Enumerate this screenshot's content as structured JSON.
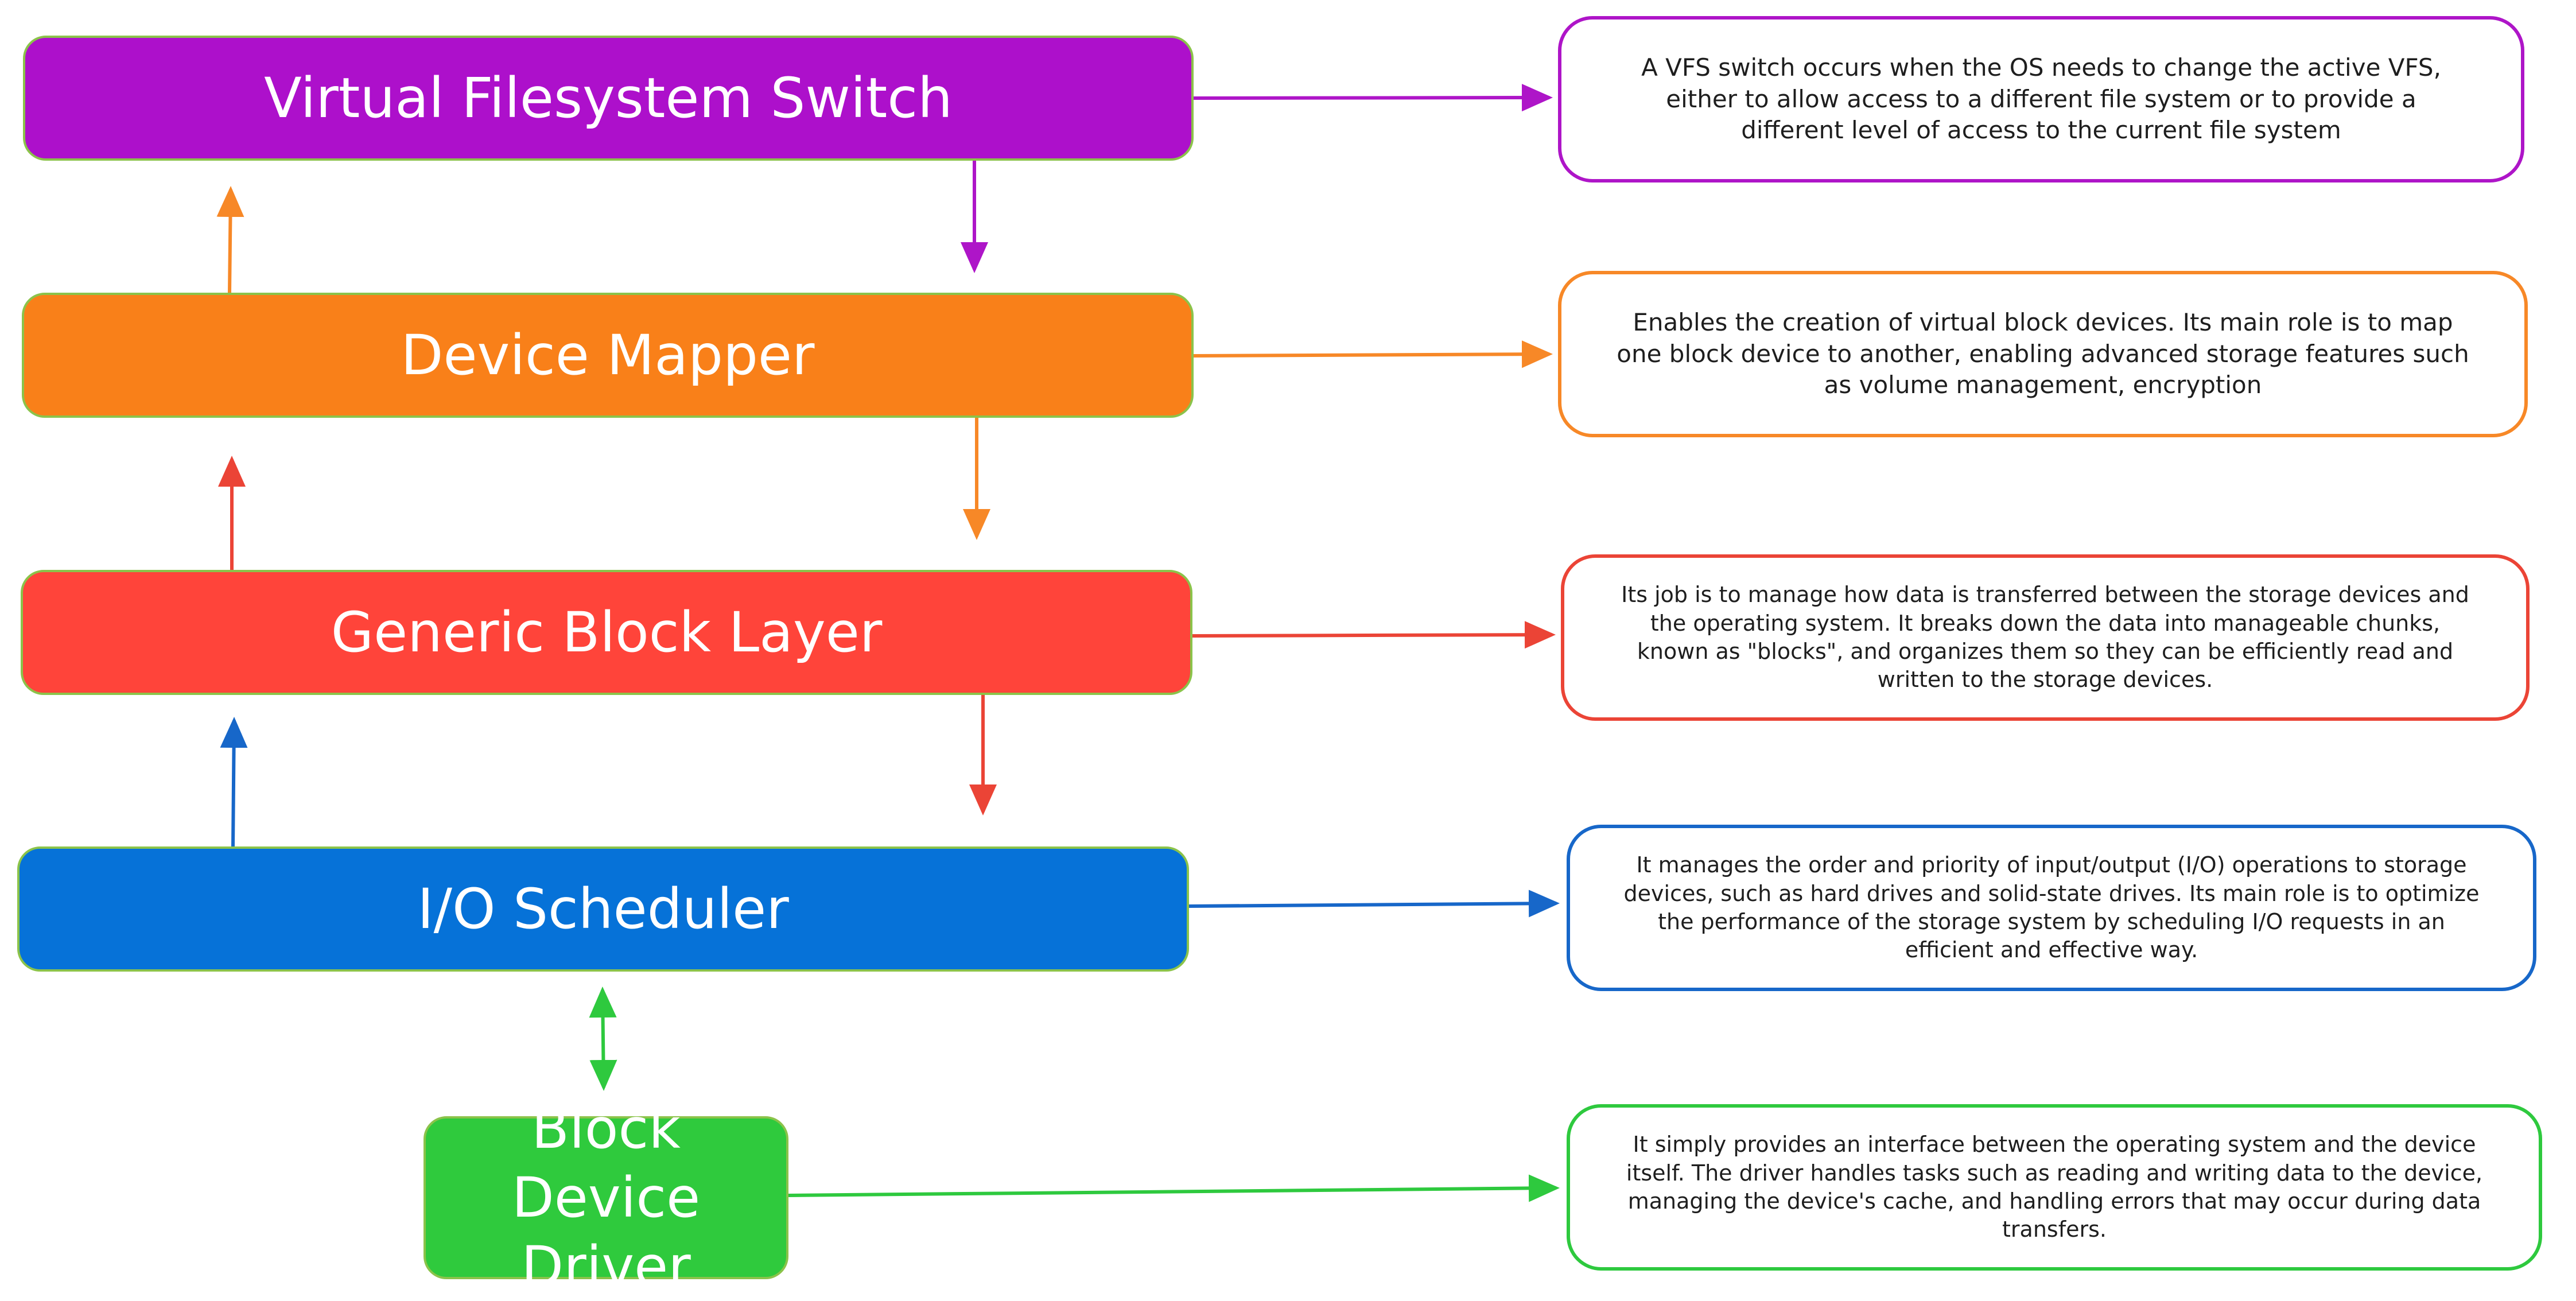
{
  "layers": {
    "vfs": "Virtual Filesystem Switch",
    "device_mapper": "Device Mapper",
    "generic_block_layer": "Generic Block Layer",
    "io_scheduler": "I/O Scheduler",
    "block_device_driver": "Block Device Driver"
  },
  "descriptions": {
    "vfs": "A VFS switch occurs when the OS needs to change the active VFS, either to allow access to a different file system or to provide a different level of access to the current file system",
    "device_mapper": "Enables the creation of virtual block devices. Its main role is to map one block device to another, enabling advanced storage features such as volume management, encryption",
    "generic_block_layer": "Its job is to manage how data is transferred between the storage devices and the operating system. It breaks down the data into manageable chunks, known as \"blocks\", and organizes them so they can be efficiently read and written to the storage devices.",
    "io_scheduler": "It manages the order and priority of input/output (I/O) operations to storage devices, such as hard drives and solid-state drives. Its main role is to optimize the performance of the storage system by scheduling I/O requests in an efficient and effective way.",
    "block_device_driver": "It simply provides an interface between the operating system and the device itself. The driver handles tasks such as reading and writing data to the device, managing the device's cache, and handling errors that may occur during data transfers."
  },
  "colors": {
    "vfs": "#ad10cb",
    "device_mapper": "#f98019",
    "generic_block_layer": "#ff443a",
    "io_scheduler": "#0672d8",
    "block_device_driver": "#2fca3d",
    "box_border": "#8bc34a"
  }
}
